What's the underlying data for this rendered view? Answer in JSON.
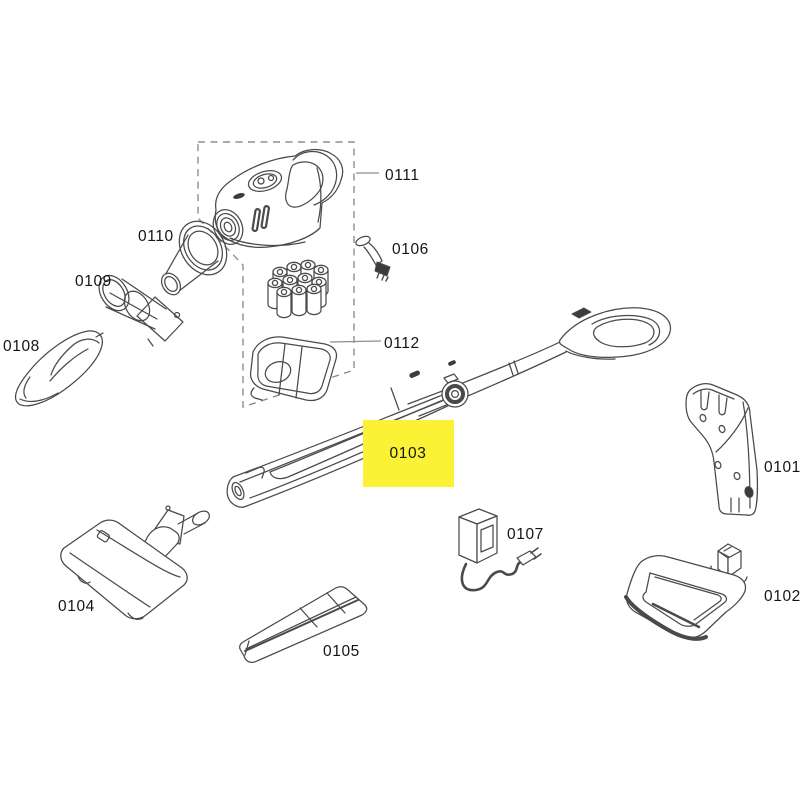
{
  "diagram": {
    "background_color": "#ffffff",
    "drawing_stroke_color": "#4a4a4a",
    "dark_detail_color": "#3c3c3c",
    "dashed_box_color": "#8e8e8e",
    "leader_line_color": "#8e8e8e",
    "label_color": "#141414",
    "highlight": {
      "color": "#fbf236",
      "part_id": "0103"
    },
    "labels": {
      "p0101": "0101",
      "p0102": "0102",
      "p0103": "0103",
      "p0104": "0104",
      "p0105": "0105",
      "p0106": "0106",
      "p0107": "0107",
      "p0108": "0108",
      "p0109": "0109",
      "p0110": "0110",
      "p0111": "0111",
      "p0112": "0112"
    }
  }
}
